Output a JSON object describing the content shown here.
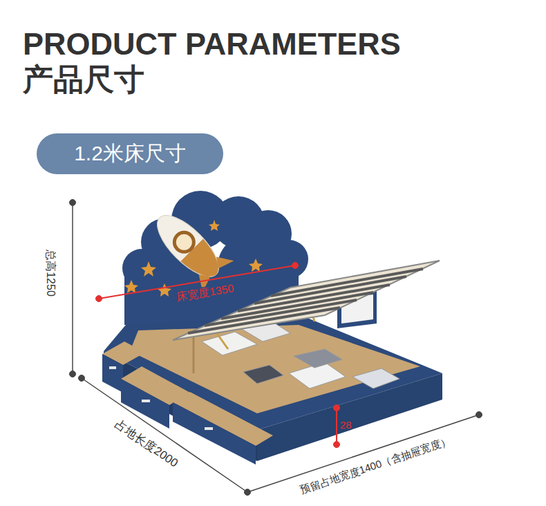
{
  "diagram": {
    "title": "PRODUCT PARAMETERS",
    "nodes": [
      {
        "text": [
          "1.2米床尺寸"
        ]
      }
    ],
    "edges": [],
    "labels": [
      "产品尺寸",
      "总高1250",
      "床宽度1350",
      "占地长度2000",
      "预留占地宽度1400（含抽屉宽度）",
      "28"
    ]
  }
}
